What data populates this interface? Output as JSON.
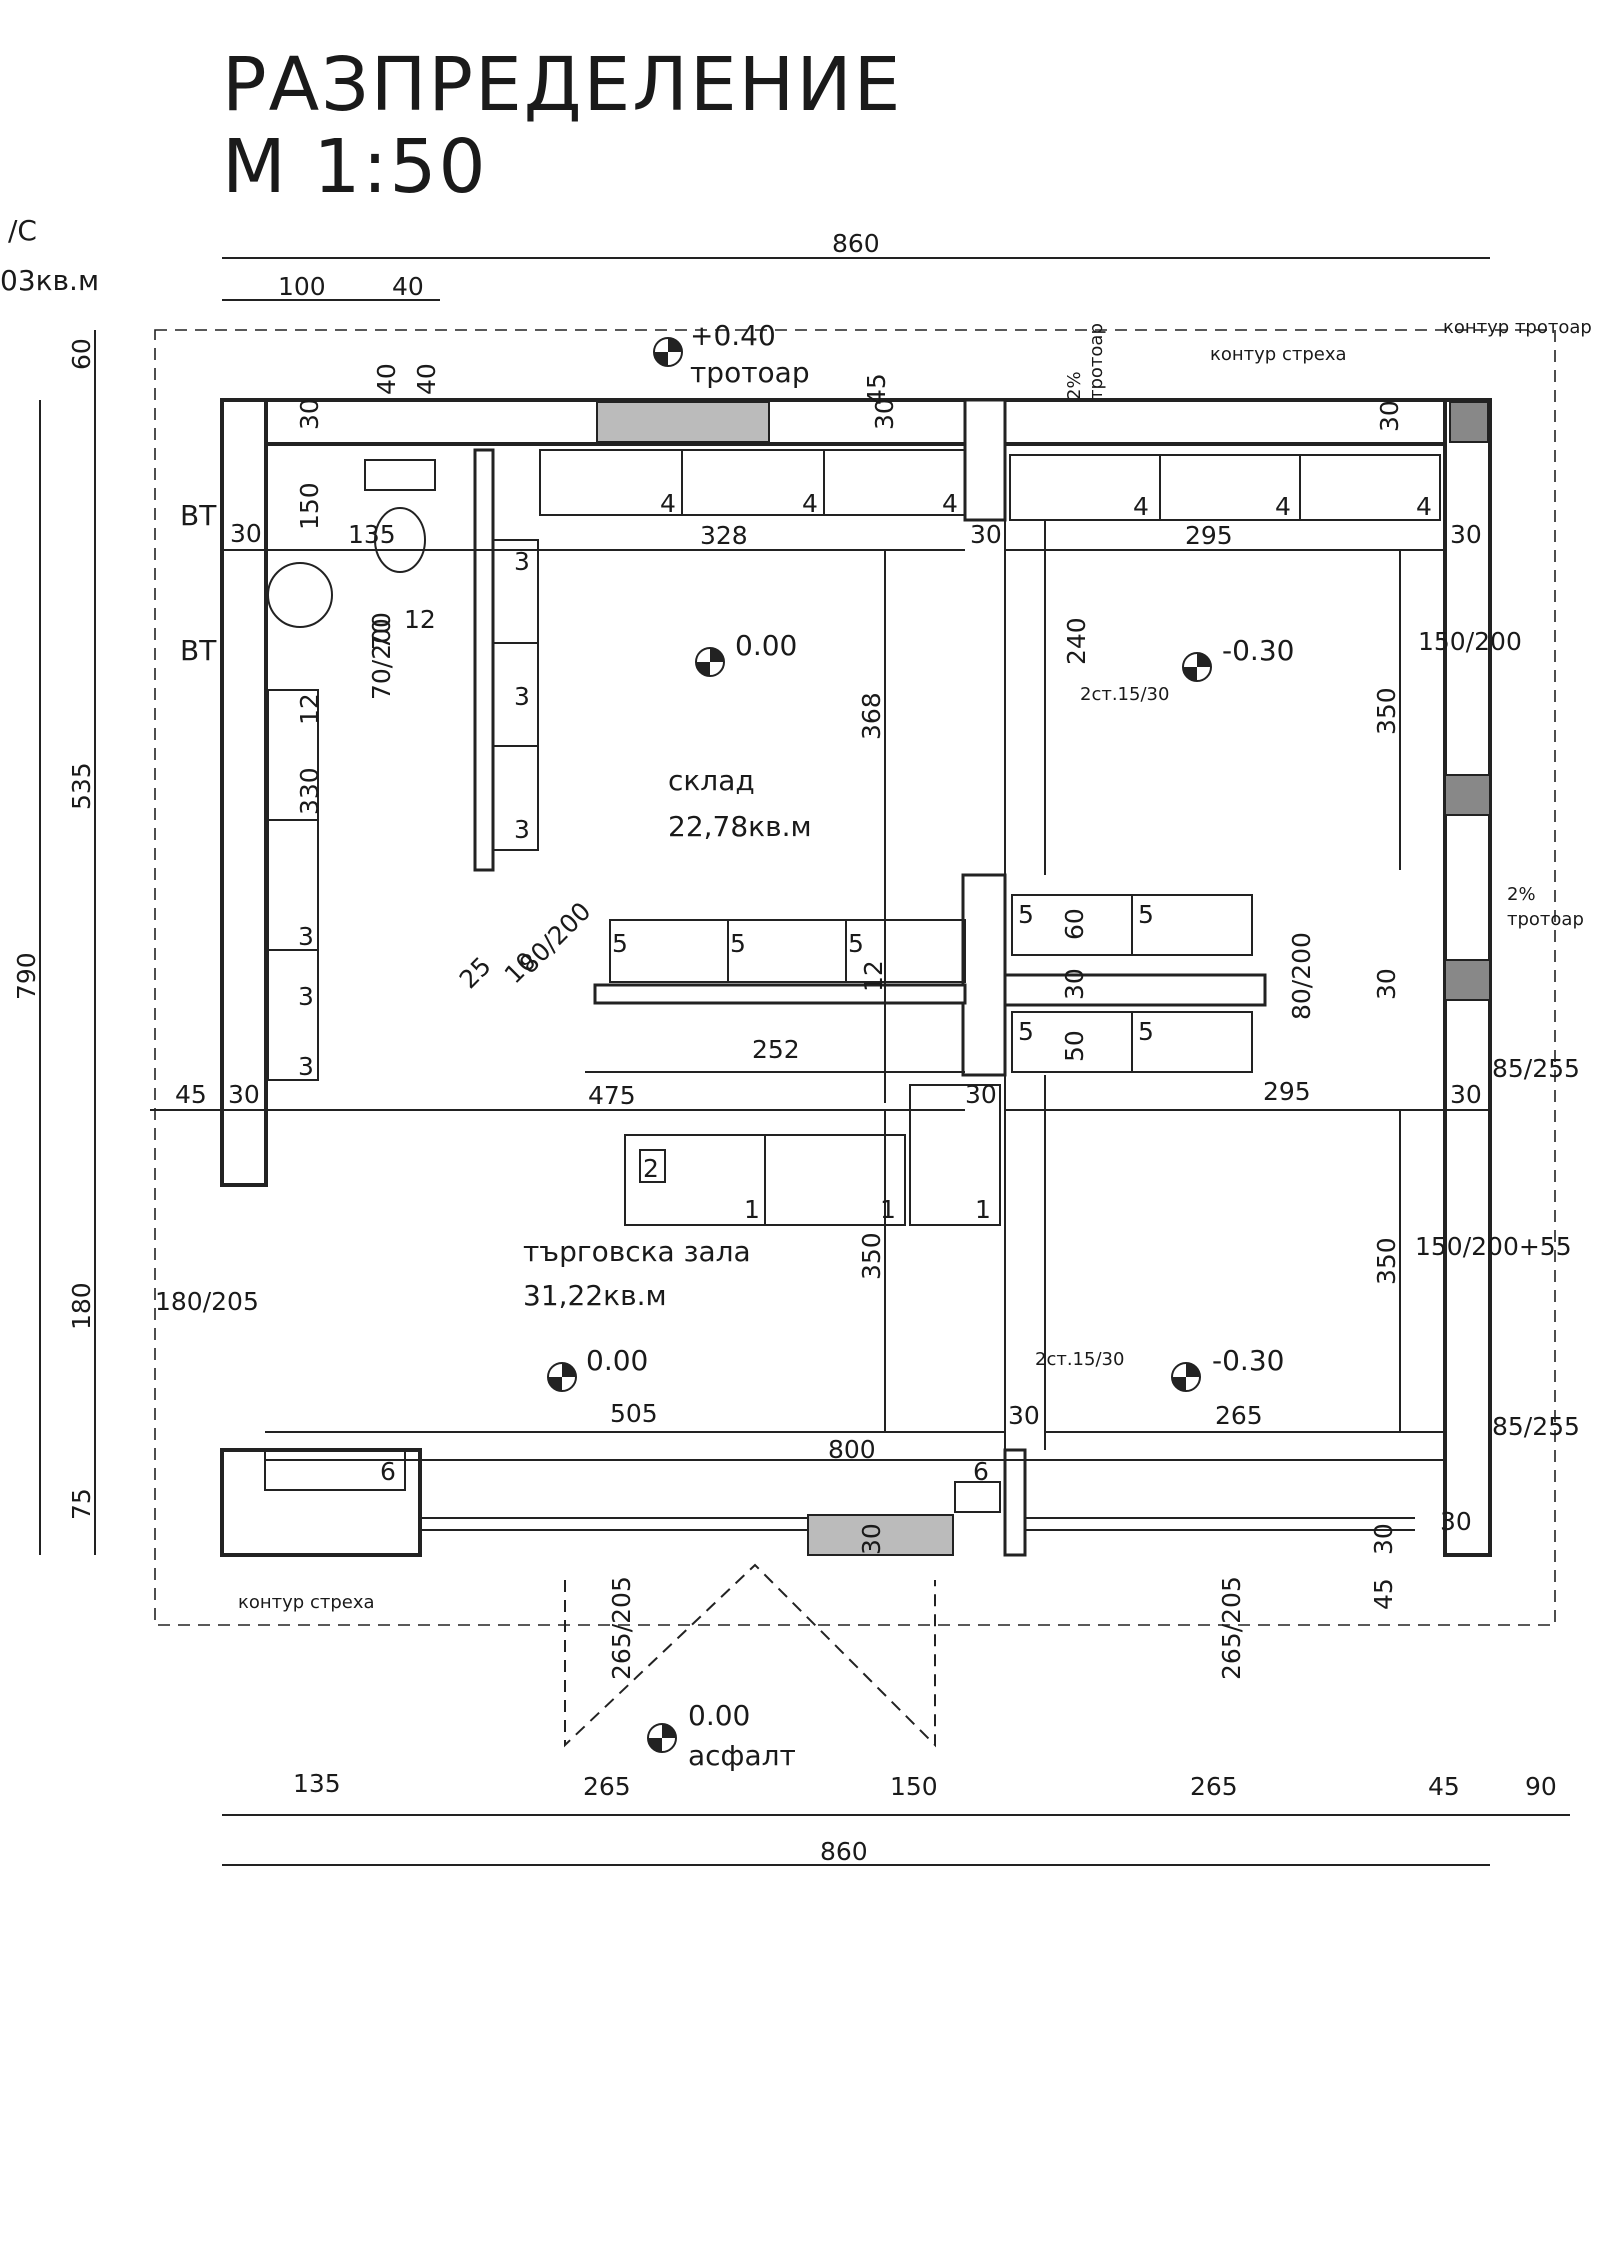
{
  "title": {
    "line1": "РАЗПРЕДЕЛЕНИЕ",
    "line2": "М 1:50"
  },
  "wc_fragment": {
    "line1": "/C",
    "line2": "03кв.м"
  },
  "rooms": {
    "storage": {
      "name": "склад",
      "area": "22,78кв.м"
    },
    "sales": {
      "name": "търговска зала",
      "area": "31,22кв.м"
    }
  },
  "levels": {
    "sidewalk_top": {
      "value": "+0.40",
      "label": "тротоар"
    },
    "storage": "0.00",
    "storage_right": "-0.30",
    "sales": "0.00",
    "sales_right": "-0.30",
    "asphalt": {
      "value": "0.00",
      "label": "асфалт"
    }
  },
  "annotations": {
    "eave_top": "контур стреха",
    "eave_bottom": "контур стреха",
    "sidewalk_contour": "контур тротоар",
    "slope_top": "2%",
    "slope_top_label": "тротоар",
    "slope_right": "2%",
    "slope_right_label": "тротоар",
    "steps_upper": "2ст.15/30",
    "steps_lower": "2ст.15/30",
    "vt_upper": "ВТ",
    "vt_lower": "ВТ"
  },
  "furniture": {
    "top_left": [
      "4",
      "4",
      "4"
    ],
    "top_right": [
      "4",
      "4",
      "4"
    ],
    "storage_column": [
      "3",
      "3",
      "3"
    ],
    "storage_bottom": [
      "5",
      "5",
      "5"
    ],
    "center_upper": [
      "5",
      "5"
    ],
    "center_lower": [
      "5",
      "5"
    ],
    "left_column": [
      "3",
      "3",
      "3"
    ],
    "counter": [
      "2",
      "1",
      "1",
      "1"
    ],
    "bottom": [
      "6",
      "6"
    ]
  },
  "dimensions": {
    "top_total": "860",
    "top_parts": [
      "100",
      "40"
    ],
    "bottom_total": "860",
    "bottom_parts": [
      "135",
      "265",
      "150",
      "265",
      "45",
      "90"
    ],
    "left_total": "790",
    "left_parts": [
      "60",
      "535",
      "180",
      "75"
    ],
    "interior_widths": [
      "328",
      "295",
      "475",
      "252",
      "295",
      "505",
      "800",
      "265",
      "135"
    ],
    "interior_heights": [
      "368",
      "350",
      "240",
      "350",
      "350"
    ],
    "small": [
      "30",
      "30",
      "30",
      "30",
      "30",
      "30",
      "30",
      "30",
      "30",
      "30",
      "30",
      "30",
      "30",
      "45",
      "45",
      "45",
      "40",
      "40",
      "12",
      "12",
      "12",
      "70",
      "150",
      "330",
      "25",
      "10",
      "60",
      "50",
      "30",
      "30"
    ],
    "openings": [
      "70/200",
      "80/200",
      "80/200",
      "150/200",
      "85/255",
      "150/200+55",
      "85/255",
      "180/205",
      "265/205",
      "265/205"
    ]
  }
}
